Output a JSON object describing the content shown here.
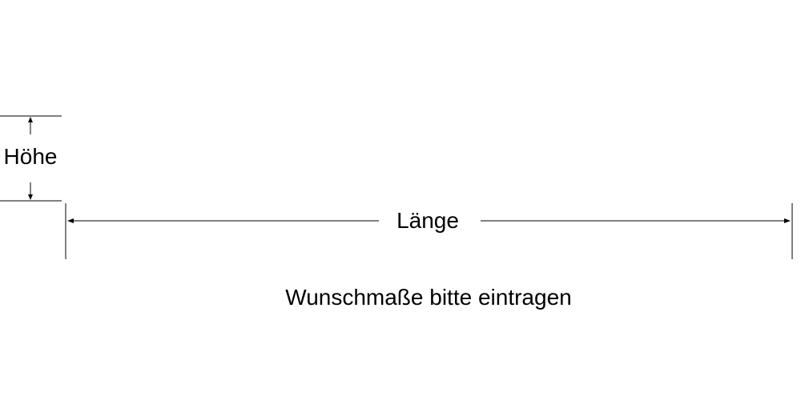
{
  "diagram": {
    "height_label": "Höhe",
    "length_label": "Länge",
    "caption": "Wunschmaße bitte eintragen",
    "line_color": "#000000",
    "background": "#ffffff"
  }
}
